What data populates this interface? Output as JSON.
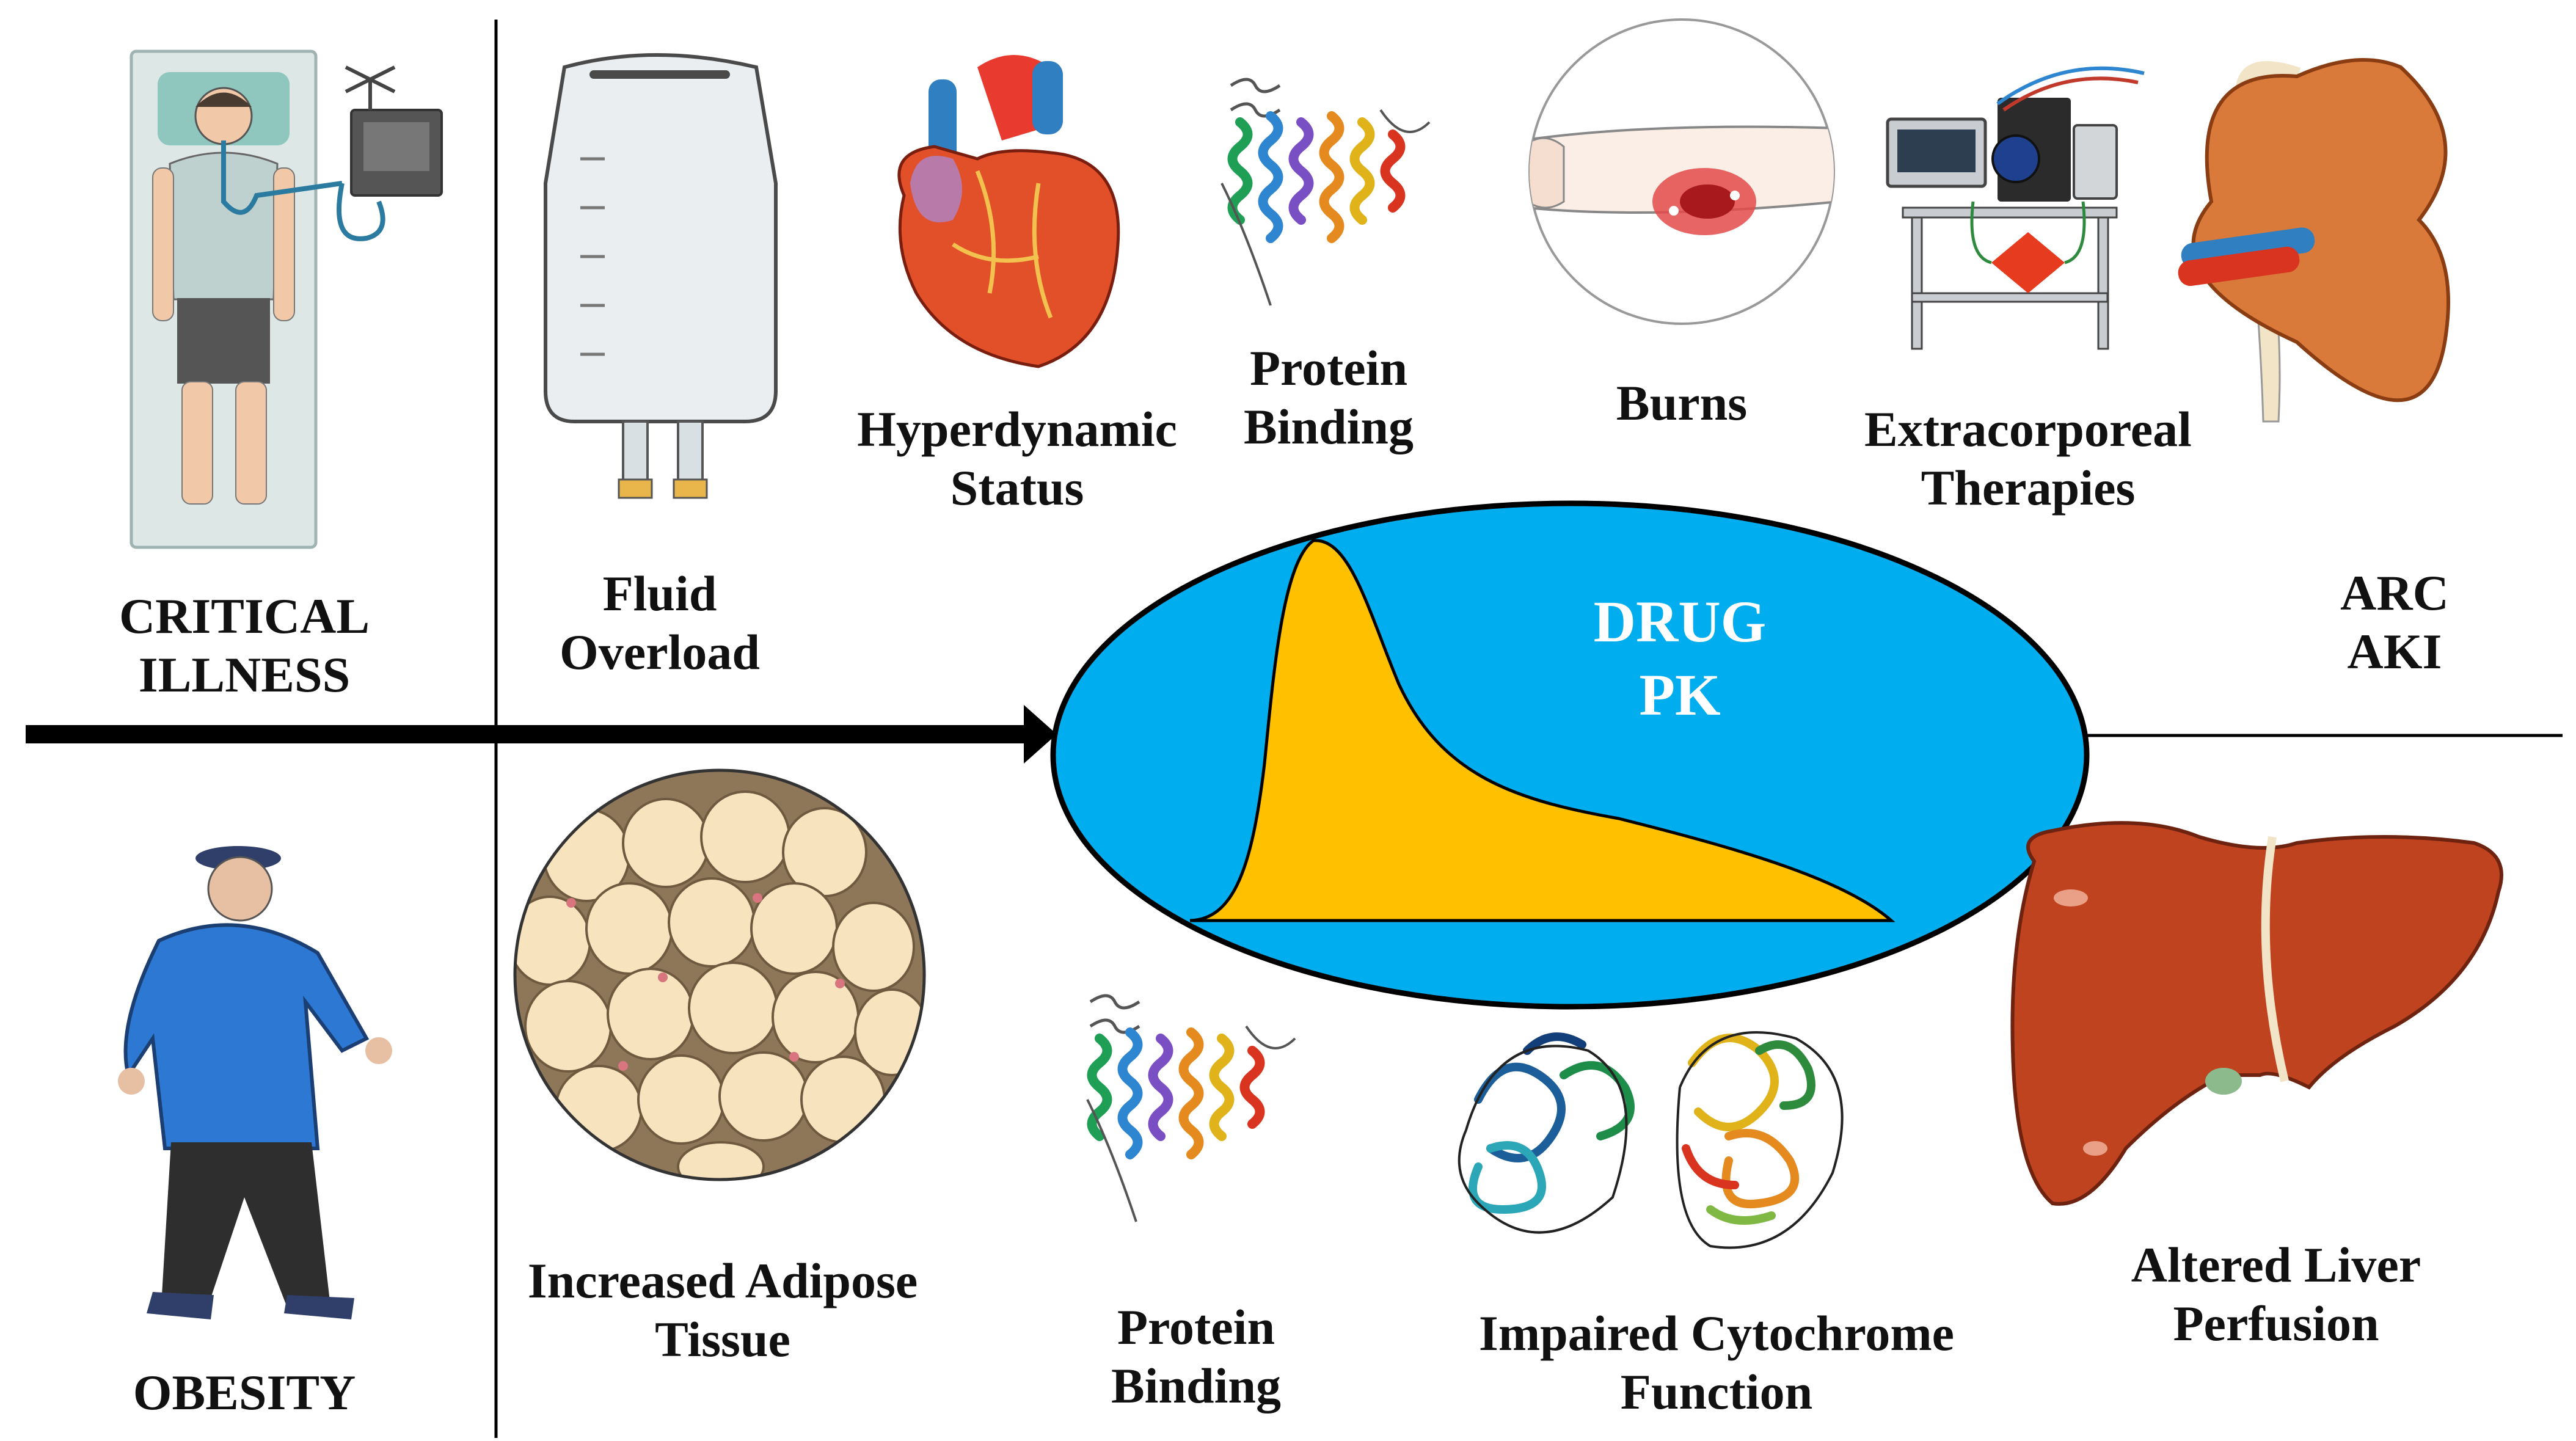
{
  "colors": {
    "ellipse_fill": "#00AEEF",
    "curve_fill": "#FFC000",
    "arrow": "#000000",
    "pk_text": "#FFFFFF",
    "liver": "#C0431F",
    "kidney": "#D97A3A",
    "heart": "#E2502A",
    "adipose": "#F7E4BE"
  },
  "icons": {
    "patient": "bedridden-patient-icon",
    "iv_bag": "iv-bag-icon",
    "heart": "heart-icon",
    "protein": "protein-ribbon-icon",
    "burn": "burned-arm-icon",
    "machine": "extracorporeal-machine-icon",
    "kidney": "kidney-icon",
    "obese_man": "walking-man-icon",
    "adipose": "adipose-tissue-icon",
    "cytochrome": "cytochrome-enzyme-icon",
    "liver": "liver-icon"
  },
  "labels": {
    "critical_illness": [
      "CRITICAL",
      "ILLNESS"
    ],
    "obesity": [
      "OBESITY"
    ],
    "fluid_overload": [
      "Fluid",
      "Overload"
    ],
    "hyperdynamic": [
      "Hyperdynamic",
      "Status"
    ],
    "protein_binding_top": [
      "Protein",
      "Binding"
    ],
    "burns": [
      "Burns"
    ],
    "extracorporeal": [
      "Extracorporeal",
      "Therapies"
    ],
    "arc_aki": [
      "ARC",
      "AKI"
    ],
    "adipose": [
      "Increased Adipose",
      "Tissue"
    ],
    "protein_binding_bottom": [
      "Protein",
      "Binding"
    ],
    "cytochrome": [
      "Impaired Cytochrome",
      "Function"
    ],
    "liver": [
      "Altered Liver",
      "Perfusion"
    ],
    "drug_pk": [
      "DRUG",
      "PK"
    ]
  }
}
